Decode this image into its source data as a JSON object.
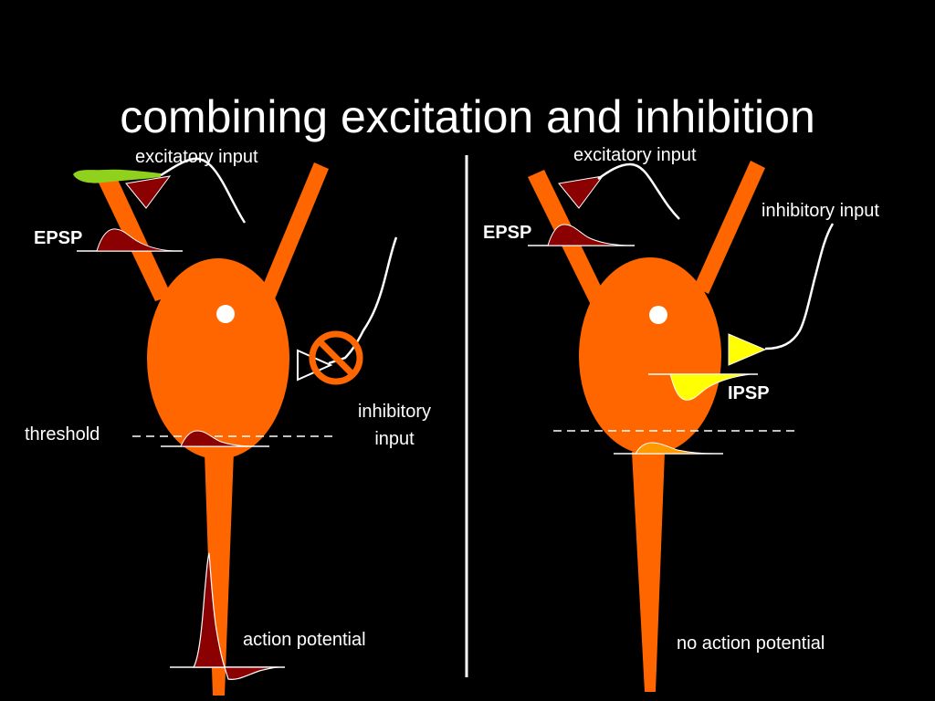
{
  "title": "combining excitation and inhibition",
  "colors": {
    "background": "#000000",
    "neuron": "#ff6600",
    "epsp": "#8b0000",
    "ipsp": "#ffff00",
    "no_spike_psp": "#ff9900",
    "excitatory_axon": "#8fd11c",
    "prohibition": "#ff6600",
    "text": "#ffffff"
  },
  "left_panel": {
    "excitatory_label": "excitatory input",
    "epsp_label": "EPSP",
    "threshold_label": "threshold",
    "inhibitory_label_line1": "inhibitory",
    "inhibitory_label_line2": "input",
    "action_potential_label": "action potential",
    "inhibition_blocked_icon": "prohibition-icon"
  },
  "right_panel": {
    "excitatory_label": "excitatory input",
    "inhibitory_label": "inhibitory input",
    "epsp_label": "EPSP",
    "ipsp_label": "IPSP",
    "no_action_potential_label": "no action potential"
  }
}
